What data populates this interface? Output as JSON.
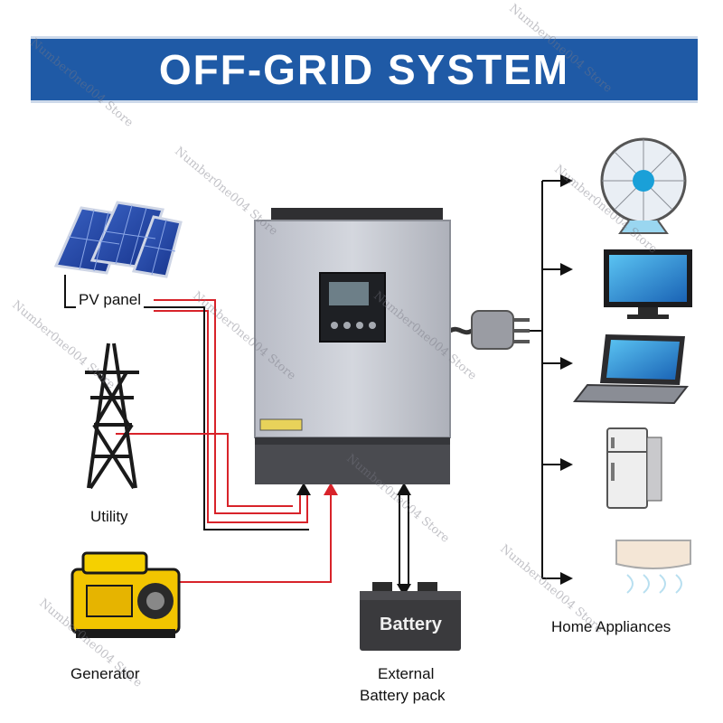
{
  "title": "OFF-GRID SYSTEM",
  "labels": {
    "pv_panel": "PV panel",
    "utility": "Utility",
    "generator": "Generator",
    "battery": "Battery",
    "external_battery_line1": "External",
    "external_battery_line2": "Battery pack",
    "home_appliances": "Home Appliances"
  },
  "watermark": "Number0ne004 Store",
  "colors": {
    "banner": "#1f5aa6",
    "line_red": "#d8232a",
    "line_black": "#111111"
  },
  "icons": [
    "solar-panel-icon",
    "transmission-tower-icon",
    "generator-icon",
    "inverter-icon",
    "plug-icon",
    "battery-icon",
    "fan-icon",
    "tv-icon",
    "laptop-icon",
    "refrigerator-icon",
    "air-conditioner-icon"
  ]
}
